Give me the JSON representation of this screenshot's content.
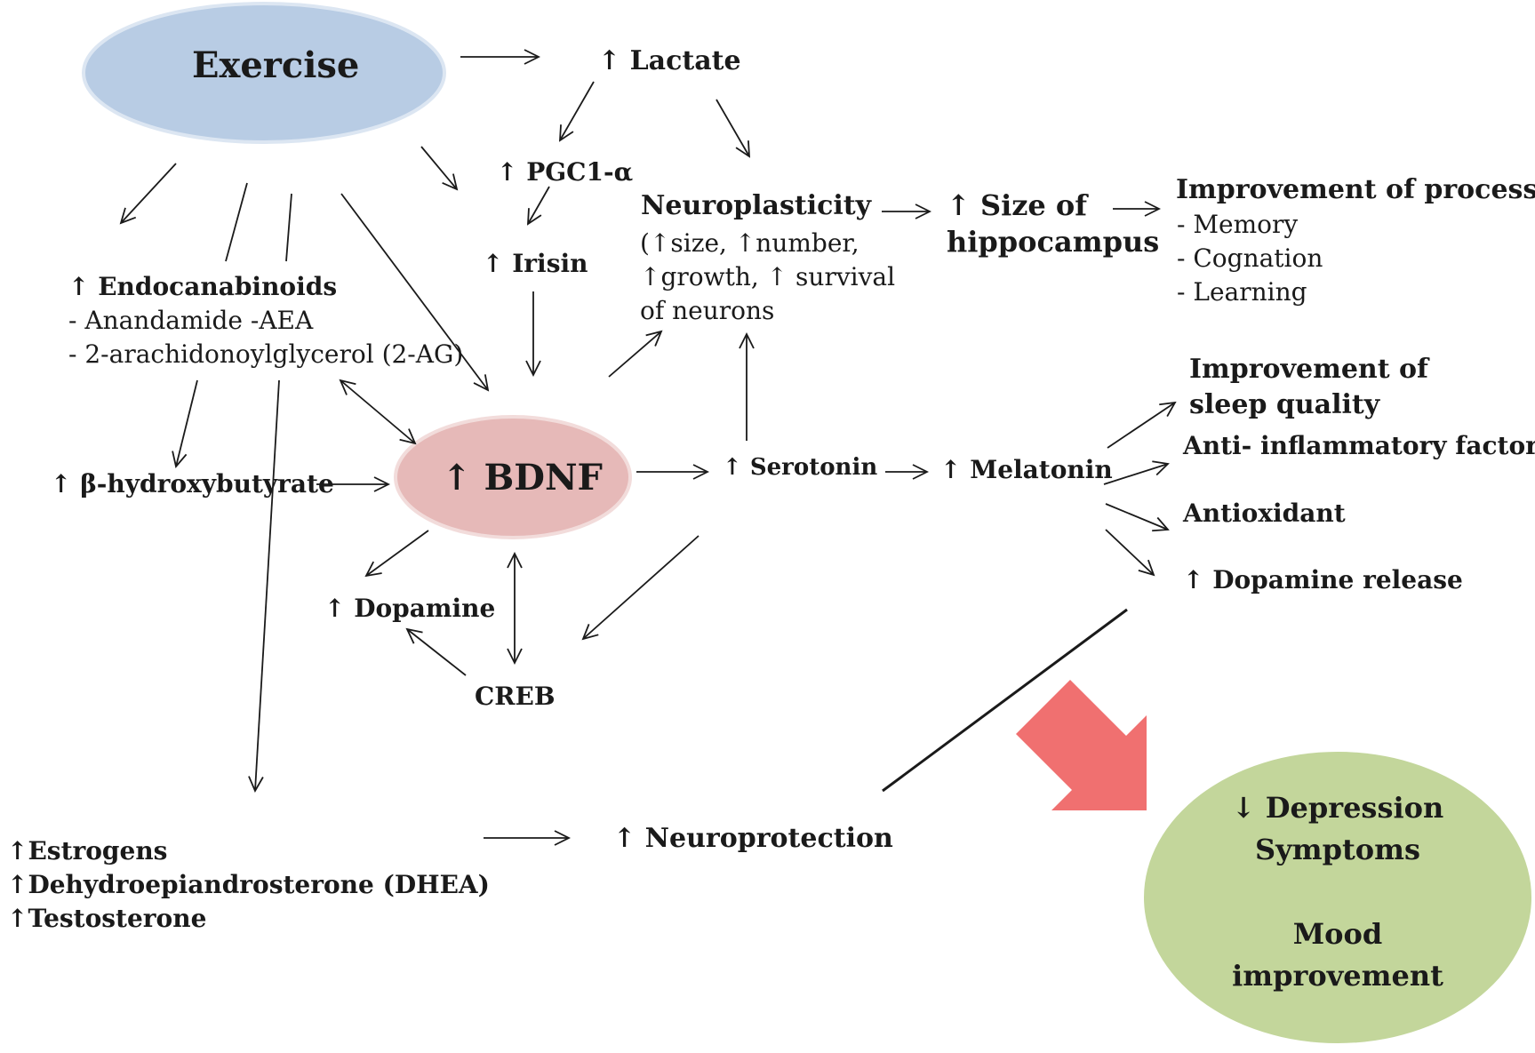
{
  "nodes": {
    "exercise": "Exercise",
    "lactate": "↑ Lactate",
    "pgc1a": "↑ PGC1-α",
    "irisin": "↑ Irisin",
    "neuroplasticity": {
      "title": "Neuroplasticity",
      "lines": [
        "(↑size, ↑number,",
        "↑growth, ↑ survival",
        "of neurons"
      ]
    },
    "hippocampus": [
      "↑ Size of",
      "hippocampus"
    ],
    "improvement_processes": {
      "title": "Improvement of processes",
      "items": [
        "-   Memory",
        "-   Cognation",
        "-   Learning"
      ]
    },
    "endocannabinoids": {
      "title": "↑ Endocanabinoids",
      "items": [
        "- Anandamide -AEA",
        "- 2-arachidonoylglycerol (2-AG)"
      ]
    },
    "hydroxybutyrate": "↑ β-hydroxybutyrate",
    "bdnf": "↑ BDNF",
    "serotonin": "↑ Serotonin",
    "melatonin": "↑ Melatonin",
    "sleep_quality": [
      "Improvement of",
      "sleep quality"
    ],
    "anti_inflammatory": "Anti- inflammatory factor",
    "antioxidant": "Antioxidant",
    "dopamine_release": "↑ Dopamine release",
    "dopamine": "↑ Dopamine",
    "creb": "CREB",
    "hormones": [
      "↑Estrogens",
      "↑Dehydroepiandrosterone (DHEA)",
      "↑Testosterone"
    ],
    "neuroprotection": "↑ Neuroprotection",
    "outcome": [
      "↓ Depression",
      "Symptoms",
      "Mood",
      "improvement"
    ]
  },
  "colors": {
    "exercise_fill": "#b8cce4",
    "exercise_stroke": "#dce6f2",
    "bdnf_fill": "#e6b9b8",
    "bdnf_stroke": "#f2dcdb",
    "outcome_fill": "#c3d69b",
    "big_arrow": "#f07070",
    "line": "#1a1a1a"
  }
}
